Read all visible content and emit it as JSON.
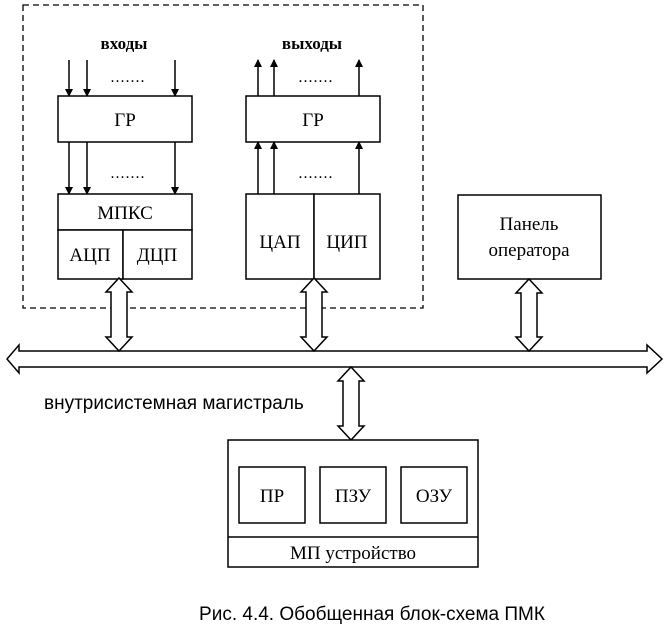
{
  "inputs_label": "входы",
  "outputs_label": "выходы",
  "dots": ".......",
  "gr_left": "ГР",
  "gr_right": "ГР",
  "mpks": "МПКС",
  "adc": "АЦП",
  "dcp": "ДЦП",
  "dac": "ЦАП",
  "cip": "ЦИП",
  "panel_line1": "Панель",
  "panel_line2": "оператора",
  "bus_label": "внутрисистемная магистраль",
  "pr": "ПР",
  "pzu": "ПЗУ",
  "ozu": "ОЗУ",
  "mp_device": "МП устройство",
  "caption": "Рис. 4.4. Обобщенная блок-схема ПМК"
}
